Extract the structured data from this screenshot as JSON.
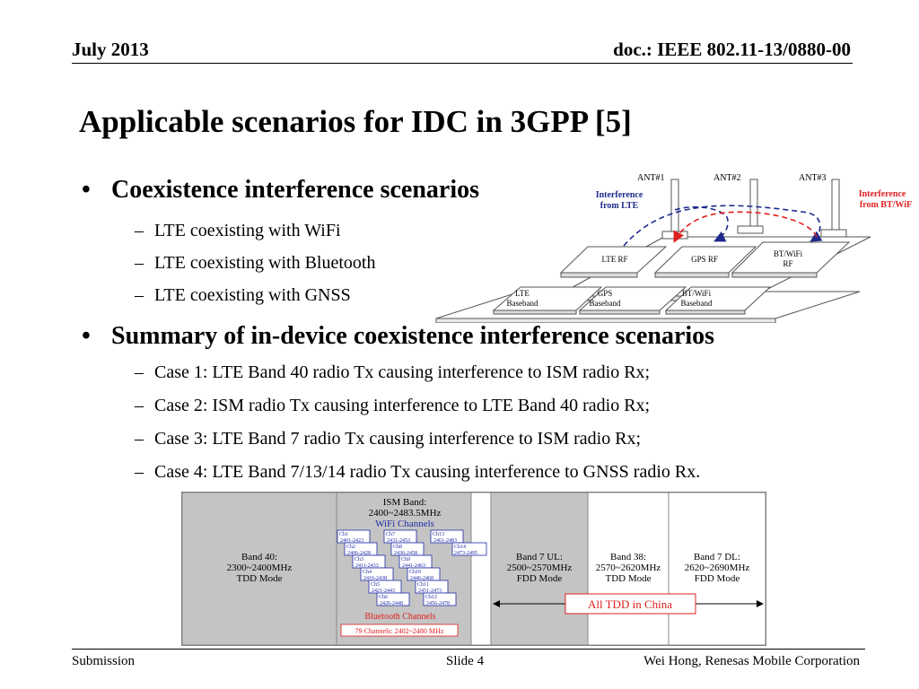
{
  "header": {
    "date": "July 2013",
    "doc": "doc.: IEEE 802.11-13/0880-00"
  },
  "title": "Applicable scenarios for IDC in 3GPP [5]",
  "bullets": [
    {
      "text": "Coexistence interference scenarios",
      "subs": [
        "LTE coexisting with WiFi",
        "LTE coexisting with Bluetooth",
        "LTE coexisting with GNSS"
      ]
    },
    {
      "text": "Summary of in-device coexistence interference scenarios",
      "subs": [
        "Case 1: LTE Band 40 radio Tx causing interference to ISM radio Rx;",
        "Case 2: ISM radio Tx causing interference to LTE Band 40 radio Rx;",
        "Case 3: LTE Band 7 radio Tx causing interference to ISM radio Rx;",
        "Case 4: LTE Band 7/13/14 radio Tx causing interference to GNSS radio Rx."
      ]
    }
  ],
  "bullet_glyph": "•",
  "sub_glyph": "–",
  "device_diagram": {
    "antennas": [
      "ANT#1",
      "ANT#2",
      "ANT#3"
    ],
    "interference_lte": [
      "Interference",
      "from LTE"
    ],
    "interference_bt": [
      "Interference",
      "from BT/WiF"
    ],
    "rf_modules": [
      [
        "LTE RF"
      ],
      [
        "GPS RF"
      ],
      [
        "BT/WiFi",
        "RF"
      ]
    ],
    "baseband_modules": [
      [
        "LTE",
        "Baseband"
      ],
      [
        "GPS",
        "Baseband"
      ],
      [
        "BT/WiFi",
        "Baseband"
      ]
    ],
    "colors": {
      "lte_arrow": "#1f2a8c",
      "bt_arrow": "#e02020",
      "label_blue": "#1f2a8c",
      "label_red": "#e02020"
    }
  },
  "band_chart": {
    "band40": [
      "Band 40:",
      "2300~2400MHz",
      "TDD Mode"
    ],
    "ism": [
      "ISM Band:",
      "2400~2483.5MHz"
    ],
    "wifi_title": "WiFi Channels",
    "wifi_channels": [
      [
        "Ch1",
        "2401-2423"
      ],
      [
        "Ch2",
        "2406-2428"
      ],
      [
        "Ch3",
        "2411-2433"
      ],
      [
        "Ch4",
        "2416-2438"
      ],
      [
        "Ch5",
        "2421-2443"
      ],
      [
        "Ch6",
        "2426-2448"
      ],
      [
        "Ch7",
        "2431-2453"
      ],
      [
        "Ch8",
        "2436-2458"
      ],
      [
        "Ch9",
        "2441-2463"
      ],
      [
        "Ch10",
        "2446-2468"
      ],
      [
        "Ch11",
        "2451-2473"
      ],
      [
        "Ch12",
        "2456-2478"
      ],
      [
        "Ch13",
        "2461-2483"
      ],
      [
        "Ch14",
        "2473-2495"
      ]
    ],
    "bt_title": "Bluetooth Channels",
    "bt_note": "79 Channels: 2402~2480 MHz",
    "band7ul": [
      "Band 7 UL:",
      "2500~2570MHz",
      "FDD Mode"
    ],
    "band38": [
      "Band 38:",
      "2570~2620MHz",
      "TDD Mode"
    ],
    "band7dl": [
      "Band 7 DL:",
      "2620~2690MHz",
      "FDD Mode"
    ],
    "tdd_china": "All TDD in China",
    "colors": {
      "gray": "#c4c4c4",
      "wifi_blue": "#1f2aa8",
      "bt_red": "#e02020",
      "tdd_red": "#e02020"
    }
  },
  "footer": {
    "left": "Submission",
    "center": "Slide 4",
    "right": "Wei Hong, Renesas Mobile Corporation"
  }
}
